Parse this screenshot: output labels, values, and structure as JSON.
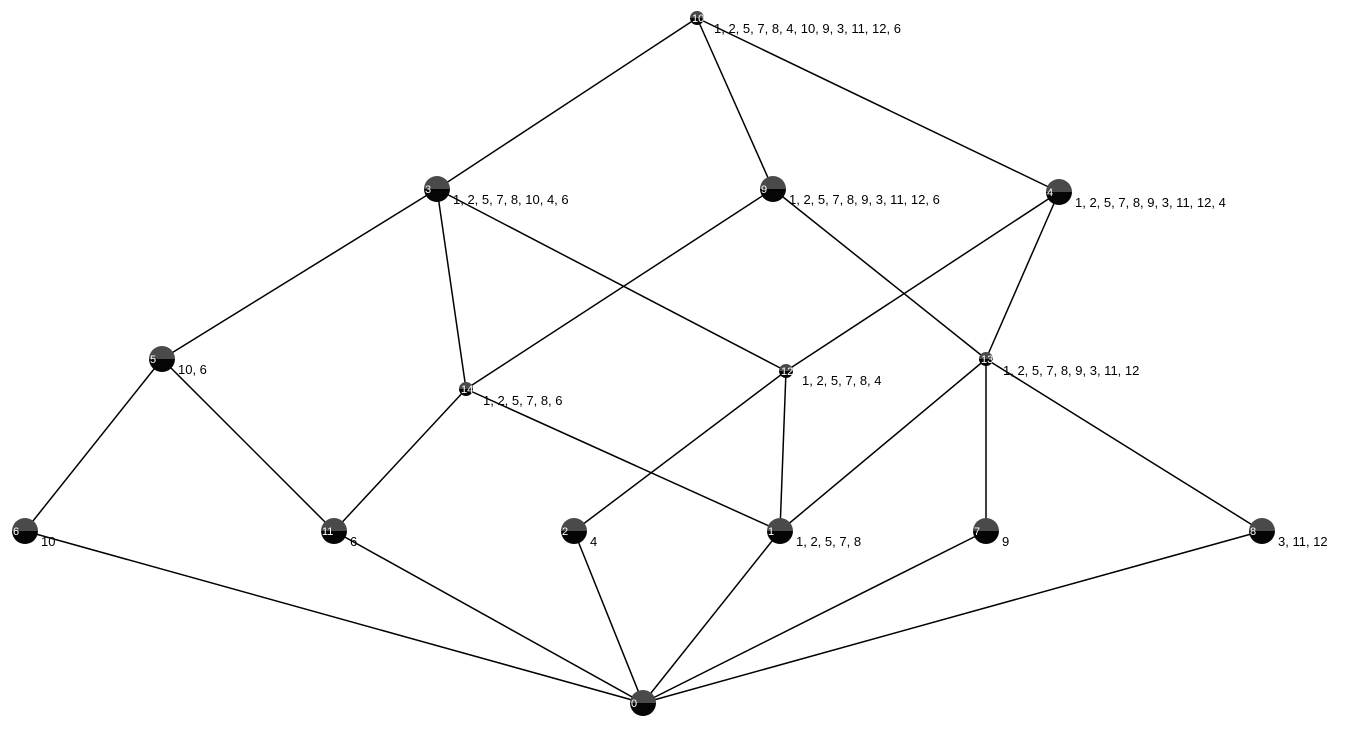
{
  "colors": {
    "node_top": "#4a4a4a",
    "node_bottom": "#050505",
    "edge": "#000000",
    "node_id_text": "#ffffff",
    "label_text": "#000000",
    "background": "#ffffff"
  },
  "nodes": [
    {
      "id": "10",
      "label": "1, 2, 5, 7, 8, 4, 10, 9, 3, 11, 12, 6"
    },
    {
      "id": "3",
      "label": "1, 2, 5, 7, 8, 10, 4, 6"
    },
    {
      "id": "9",
      "label": "1, 2, 5, 7, 8, 9, 3, 11, 12, 6"
    },
    {
      "id": "4",
      "label": "1, 2, 5, 7, 8, 9, 3, 11, 12, 4"
    },
    {
      "id": "5",
      "label": "10, 6"
    },
    {
      "id": "14",
      "label": "1, 2, 5, 7, 8, 6"
    },
    {
      "id": "12",
      "label": "1, 2, 5, 7, 8, 4"
    },
    {
      "id": "13",
      "label": "1, 2, 5, 7, 8, 9, 3, 11, 12"
    },
    {
      "id": "6",
      "label": "10"
    },
    {
      "id": "11",
      "label": "6"
    },
    {
      "id": "2",
      "label": "4"
    },
    {
      "id": "1",
      "label": "1, 2, 5, 7, 8"
    },
    {
      "id": "7",
      "label": "9"
    },
    {
      "id": "8",
      "label": "3, 11, 12"
    },
    {
      "id": "0",
      "label": ""
    }
  ],
  "edges": [
    [
      "10",
      "3"
    ],
    [
      "10",
      "9"
    ],
    [
      "10",
      "4"
    ],
    [
      "3",
      "5"
    ],
    [
      "3",
      "14"
    ],
    [
      "3",
      "12"
    ],
    [
      "9",
      "14"
    ],
    [
      "9",
      "13"
    ],
    [
      "4",
      "12"
    ],
    [
      "4",
      "13"
    ],
    [
      "5",
      "6"
    ],
    [
      "5",
      "11"
    ],
    [
      "14",
      "11"
    ],
    [
      "14",
      "1"
    ],
    [
      "12",
      "2"
    ],
    [
      "12",
      "1"
    ],
    [
      "13",
      "1"
    ],
    [
      "13",
      "7"
    ],
    [
      "13",
      "8"
    ],
    [
      "6",
      "0"
    ],
    [
      "11",
      "0"
    ],
    [
      "2",
      "0"
    ],
    [
      "1",
      "0"
    ],
    [
      "7",
      "0"
    ],
    [
      "8",
      "0"
    ]
  ]
}
